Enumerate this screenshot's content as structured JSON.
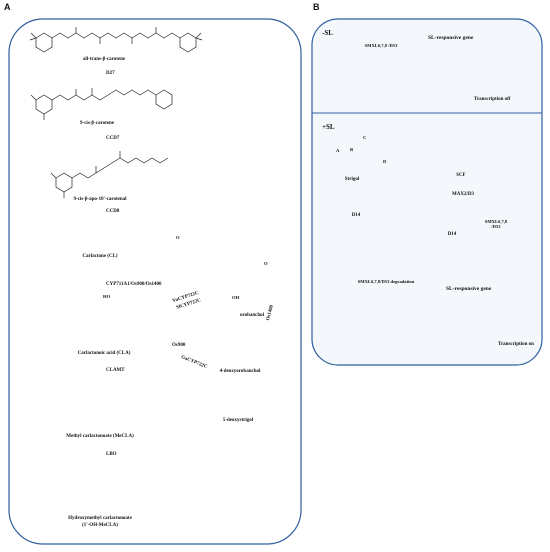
{
  "panels": {
    "a": "A",
    "b": "B"
  },
  "pathway": {
    "compounds": {
      "all_trans_beta_carotene": "all-trans-β-carotene",
      "cis9_beta_carotene": "9-cis-β-carotene",
      "cis9_beta_apo_carotenal": "9-cis-β-apo-10'-carotenal",
      "carlactone": "Carlactone (CL)",
      "carlactonoic_acid": "Carlactonoic acid (CLA)",
      "methyl_carlactonoate": "Methyl carlactonoate (MeCLA)",
      "hydroxymethyl_line1": "Hydroxymethyl carlactonoate",
      "hydroxymethyl_line2": "(1'-OH-MeCLA)",
      "orobanchol": "orobanchol",
      "deoxyorobanchol": "4-deoxyorobanchol",
      "deoxystrigol": "5-deoxystrigol"
    },
    "enzymes": {
      "d27": "D27",
      "ccd7": "CCD7",
      "ccd8": "CCD8",
      "cyp711": "CYP711A1/Os900/Os1400",
      "vu_cyp": "VuCYP722C",
      "sl_cyp": "SlCYP722C",
      "os900": "Os900",
      "os1400": "Os1400",
      "gc_cyp": "GaCYP722C",
      "clamt": "CLAMT",
      "lbo": "LBO"
    },
    "atoms": {
      "oxygen": "O",
      "hydroxyl": "OH",
      "acid_oh": "HO"
    }
  },
  "signaling": {
    "minus_sl": {
      "title": "-SL",
      "gene_label": "SL-responsive gene",
      "repressor": "SMXL6,7,8 /D53",
      "output": "Transcription off"
    },
    "plus_sl": {
      "title": "+SL",
      "ligand": "Strigol",
      "receptor": "D14",
      "ring_a": "A",
      "ring_b": "B",
      "ring_c": "C",
      "ring_d": "D",
      "scf": "SCF",
      "f_box": "MAX2/D3",
      "bound_repressor": "SMXL6,7,8 /D53",
      "bound_receptor": "D14",
      "degradation": "SMXL6,7,8/D53 degradation",
      "gene_label": "SL-responsive gene",
      "output": "Transcription on"
    }
  },
  "colors": {
    "frame": "#2f5f9e",
    "panel_b_bg": "#f4f8fd",
    "repressor": "#a9c8ec",
    "d14": "#27a34a",
    "scf": "#6b7278",
    "max2": "#ee9c9d",
    "dna_orange": "#f2a35e",
    "dna_blue": "#3d8fd4",
    "off_arrow": "#e0332a",
    "on_arrow": "#19a24b",
    "new_bond": "#d8302a",
    "blue_bond": "#3d8fd4"
  }
}
